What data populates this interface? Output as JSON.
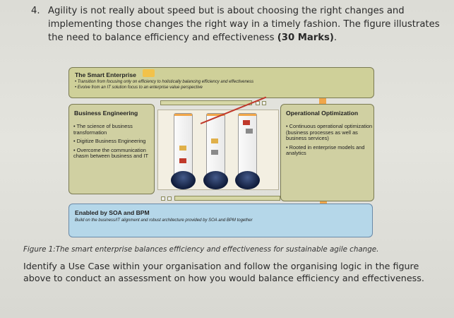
{
  "question": {
    "number": "4.",
    "text": "Agility is not really about speed but is about choosing the right changes and implementing those changes the right way in a timely fashion. The figure illustrates the need to balance efficiency and effectiveness",
    "marks": "(30 Marks)",
    "end": "."
  },
  "figure": {
    "smart": {
      "title": "The Smart Enterprise",
      "bullet1": "• Transition from focusing only on efficiency to holistically balancing efficiency and effectiveness",
      "bullet2": "• Evolve from an IT solution focus to an enterprise value perspective"
    },
    "business_engineering": {
      "title": "Business Engineering",
      "items": [
        "• The science of business transformation",
        "• Digitize Business Engineering",
        "• Overcome the communication chasm between business and IT"
      ]
    },
    "operational_optimization": {
      "title": "Operational Optimization",
      "items": [
        "• Continuous operational optimization (business processes as well as business services)",
        "• Rooted in enterprise models and analytics"
      ]
    },
    "soa": {
      "title": "Enabled by SOA and BPM",
      "subtitle": "Build on the business/IT alignment and robust architecture provided by SOA and BPM together"
    },
    "colors": {
      "smart_bg": "#cfd099",
      "soa_bg": "#b5d7e9",
      "accent": "#f0a64a",
      "disc": "#0f1b3a"
    }
  },
  "caption": "Figure 1:The smart enterprise balances efficiency and effectiveness for sustainable agile change.",
  "task": "Identify a Use Case within your organisation and follow the organising logic in the figure above to conduct an assessment on how you would balance efficiency and effectiveness."
}
